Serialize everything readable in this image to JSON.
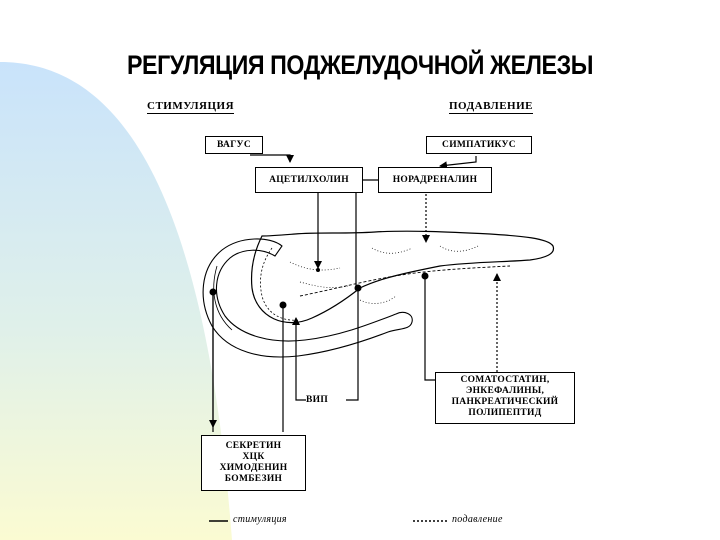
{
  "title": "РЕГУЛЯЦИЯ ПОДЖЕЛУДОЧНОЙ ЖЕЛЕЗЫ",
  "headers": {
    "stimulation": "СТИМУЛЯЦИЯ",
    "suppression": "ПОДАВЛЕНИЕ"
  },
  "boxes": {
    "vagus": "ВАГУС",
    "sympathicus": "СИМПАТИКУС",
    "acetylcholine": "АЦЕТИЛХОЛИН",
    "noradrenaline": "НОРАДРЕНАЛИН",
    "vip": "ВИП",
    "inhibitors": [
      "СОМАТОСТАТИН,",
      "ЭНКЕФАЛИНЫ,",
      "ПАНКРЕАТИЧЕСКИЙ",
      "ПОЛИПЕПТИД"
    ],
    "stimulators": [
      "СЕКРЕТИН",
      "ХЦК",
      "ХИМОДЕНИН",
      "БОМБЕЗИН"
    ]
  },
  "legend": {
    "stimulation": "стимуляция",
    "suppression": "подавление"
  },
  "colors": {
    "background": "#ffffff",
    "gradient_blue": "#cfe6fb",
    "gradient_yellow": "#fbfbd4",
    "ink": "#000000"
  }
}
